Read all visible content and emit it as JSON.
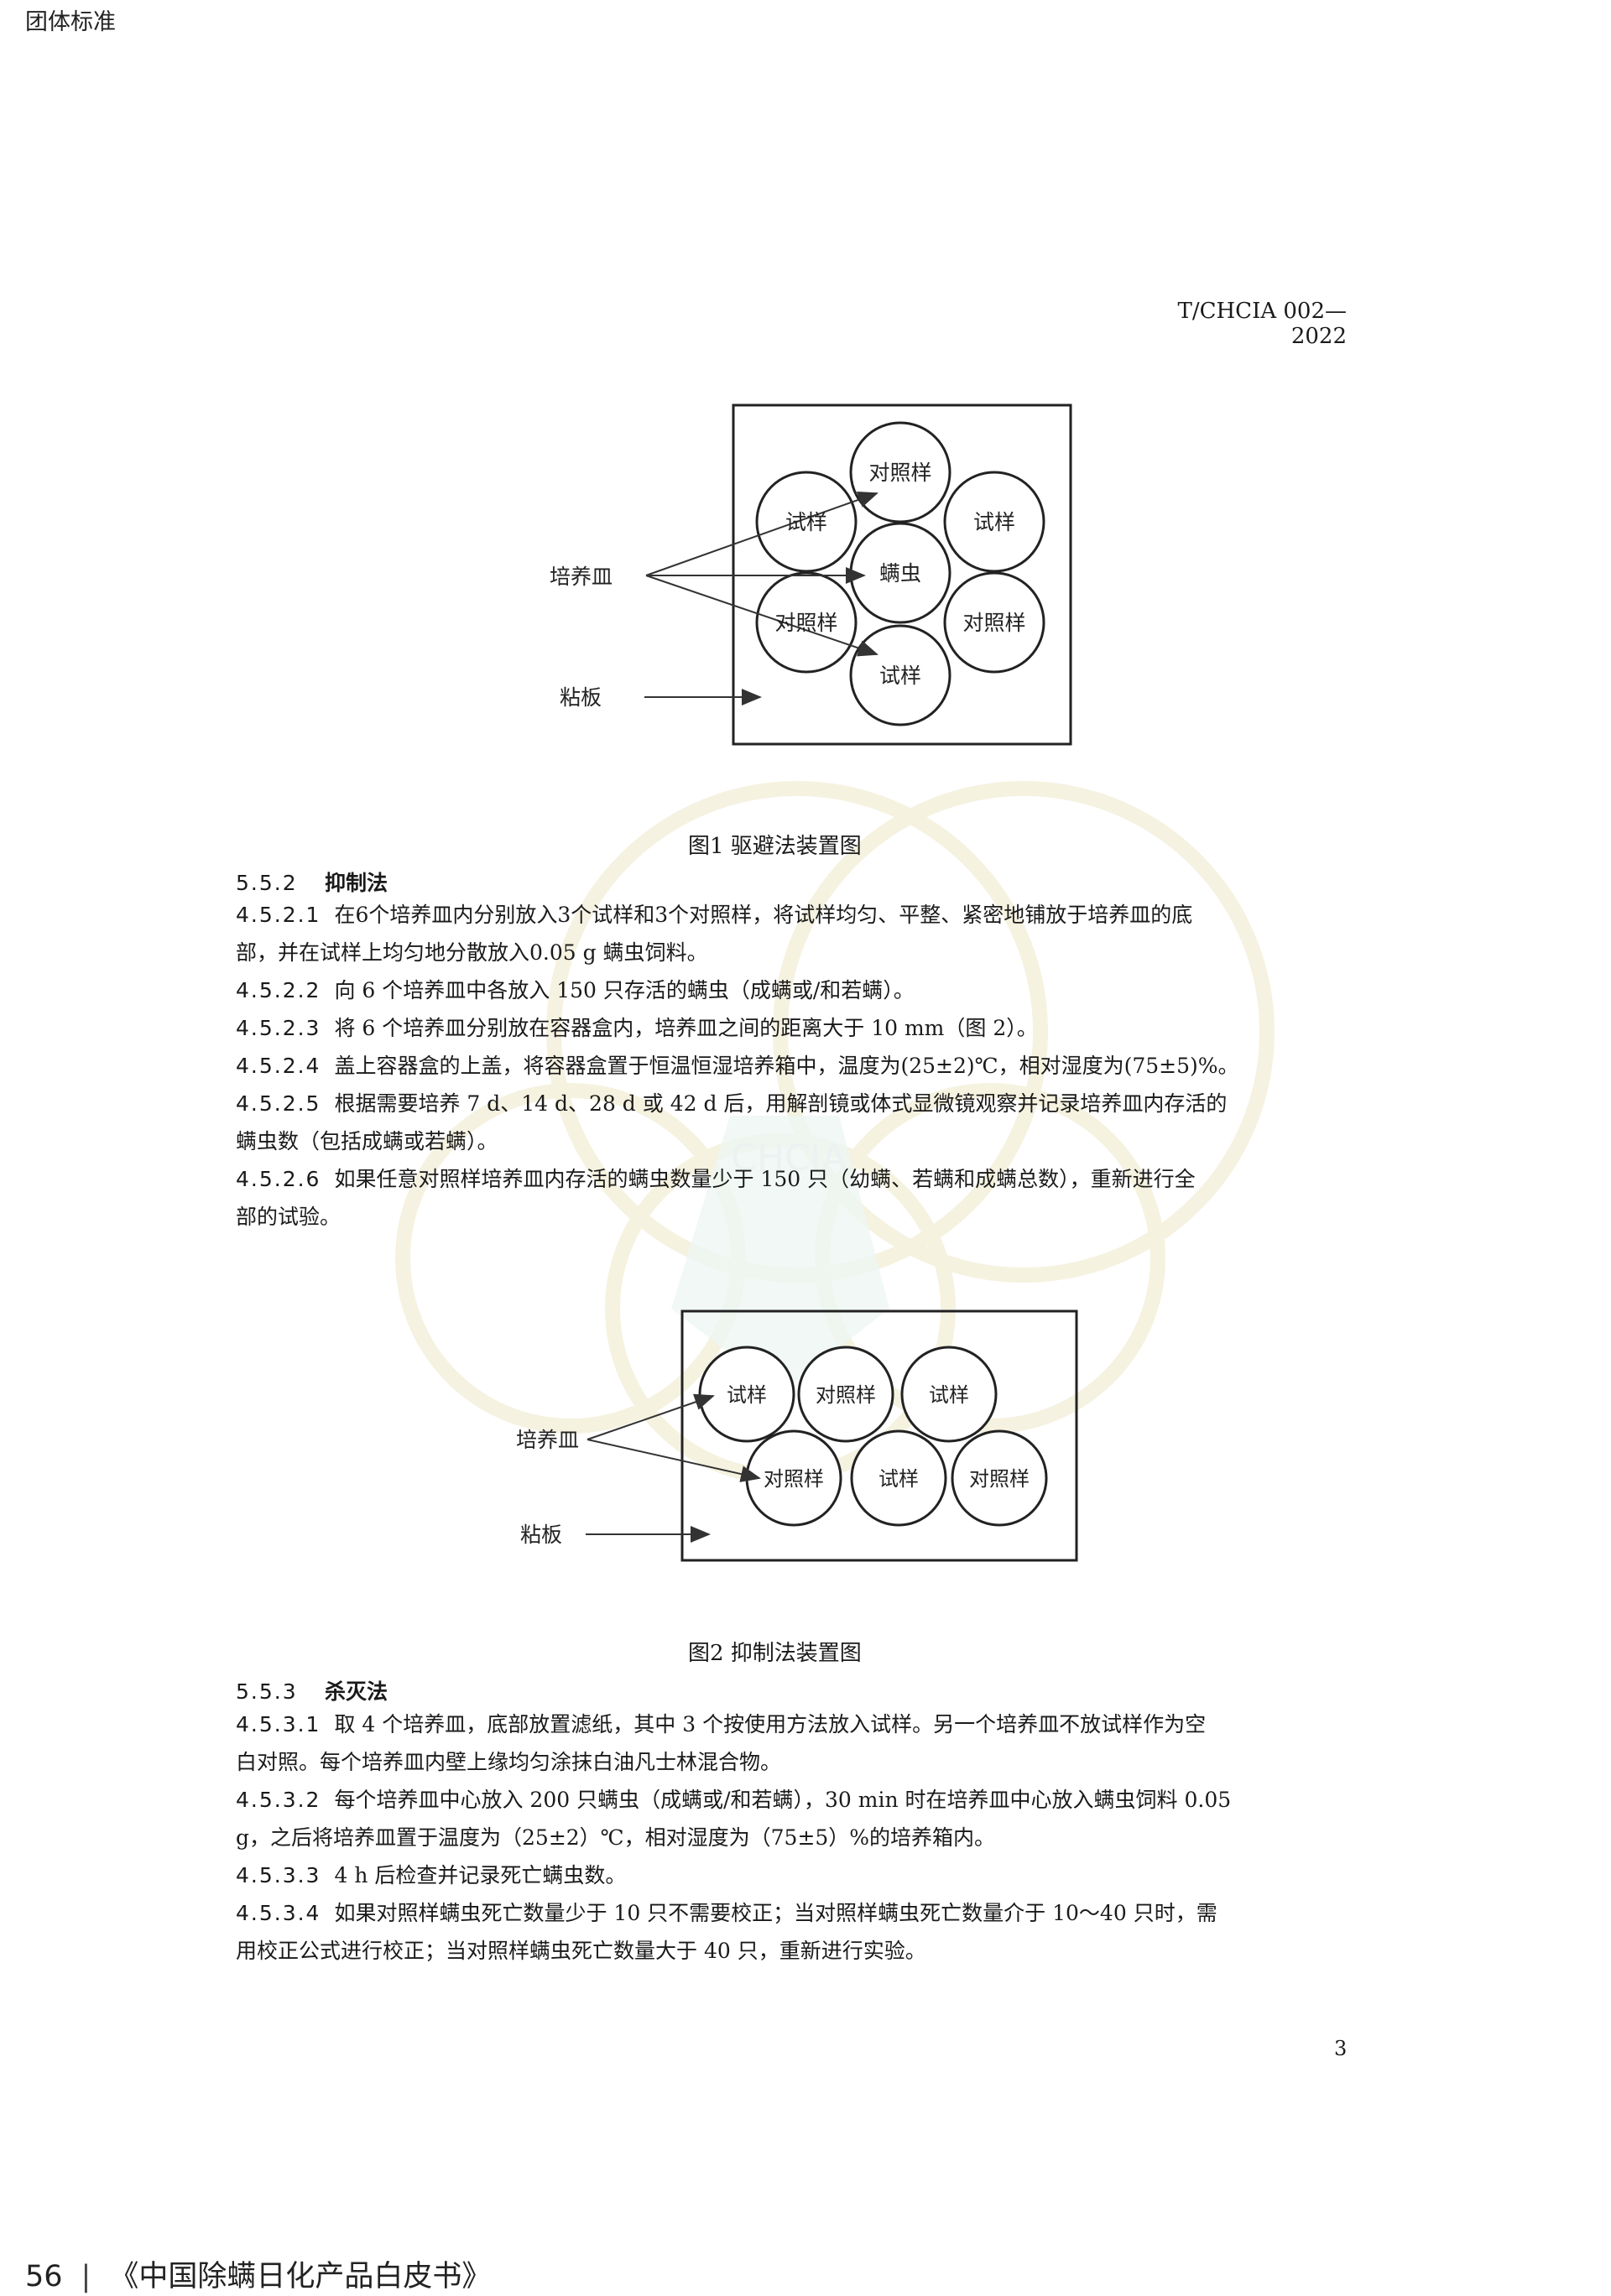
{
  "header": {
    "org": "团体标准",
    "code": "T/CHCIA 002—2022"
  },
  "watermark": {
    "text": "CHCIA"
  },
  "figure1": {
    "caption": "图1  驱避法装置图",
    "left_labels": {
      "dish": "培养皿",
      "board": "粘板"
    },
    "circles": [
      "对照样",
      "试样",
      "试样",
      "螨虫",
      "对照样",
      "对照样",
      "试样"
    ]
  },
  "section_552": {
    "num": "5.5.2",
    "title": "抑制法",
    "paragraphs": [
      {
        "num": "4.5.2.1",
        "lines": [
          "在6个培养皿内分别放入3个试样和3个对照样，将试样均匀、平整、紧密地铺放于培养皿的底",
          "部，并在试样上均匀地分散放入0.05 g  螨虫饲料。"
        ]
      },
      {
        "num": "4.5.2.2",
        "lines": [
          "向 6 个培养皿中各放入 150 只存活的螨虫（成螨或/和若螨）。"
        ]
      },
      {
        "num": "4.5.2.3",
        "lines": [
          "将 6 个培养皿分别放在容器盒内，培养皿之间的距离大于 10 mm（图 2）。"
        ]
      },
      {
        "num": "4.5.2.4",
        "lines": [
          "盖上容器盒的上盖，将容器盒置于恒温恒湿培养箱中，温度为(25±2)℃，相对湿度为(75±5)%。"
        ]
      },
      {
        "num": "4.5.2.5",
        "lines": [
          "根据需要培养 7 d、14 d、28 d 或 42 d 后，用解剖镜或体式显微镜观察并记录培养皿内存活的",
          "螨虫数（包括成螨或若螨）。"
        ]
      },
      {
        "num": "4.5.2.6",
        "lines": [
          "如果任意对照样培养皿内存活的螨虫数量少于 150 只（幼螨、若螨和成螨总数），重新进行全",
          "部的试验。"
        ]
      }
    ]
  },
  "figure2": {
    "caption": "图2  抑制法装置图",
    "left_labels": {
      "dish": "培养皿",
      "board": "粘板"
    },
    "circles": [
      "试样",
      "对照样",
      "试样",
      "对照样",
      "试样",
      "对照样"
    ]
  },
  "section_553": {
    "num": "5.5.3",
    "title": "杀灭法",
    "paragraphs": [
      {
        "num": "4.5.3.1",
        "lines": [
          "取 4 个培养皿，底部放置滤纸，其中 3 个按使用方法放入试样。另一个培养皿不放试样作为空",
          "白对照。每个培养皿内壁上缘均匀涂抹白油凡士林混合物。"
        ]
      },
      {
        "num": "4.5.3.2",
        "lines": [
          "每个培养皿中心放入 200 只螨虫（成螨或/和若螨），30 min 时在培养皿中心放入螨虫饲料 0.05",
          "g，之后将培养皿置于温度为（25±2）℃，相对湿度为（75±5）%的培养箱内。"
        ]
      },
      {
        "num": "4.5.3.3",
        "lines": [
          "4 h 后检查并记录死亡螨虫数。"
        ]
      },
      {
        "num": "4.5.3.4",
        "lines": [
          "如果对照样螨虫死亡数量少于 10 只不需要校正；当对照样螨虫死亡数量介于 10～40 只时，需",
          "用校正公式进行校正；当对照样螨虫死亡数量大于 40 只，重新进行实验。"
        ]
      }
    ]
  },
  "page_number": "3",
  "footer": {
    "page": "56",
    "separator": "|",
    "book": "《中国除螨日化产品白皮书》"
  }
}
